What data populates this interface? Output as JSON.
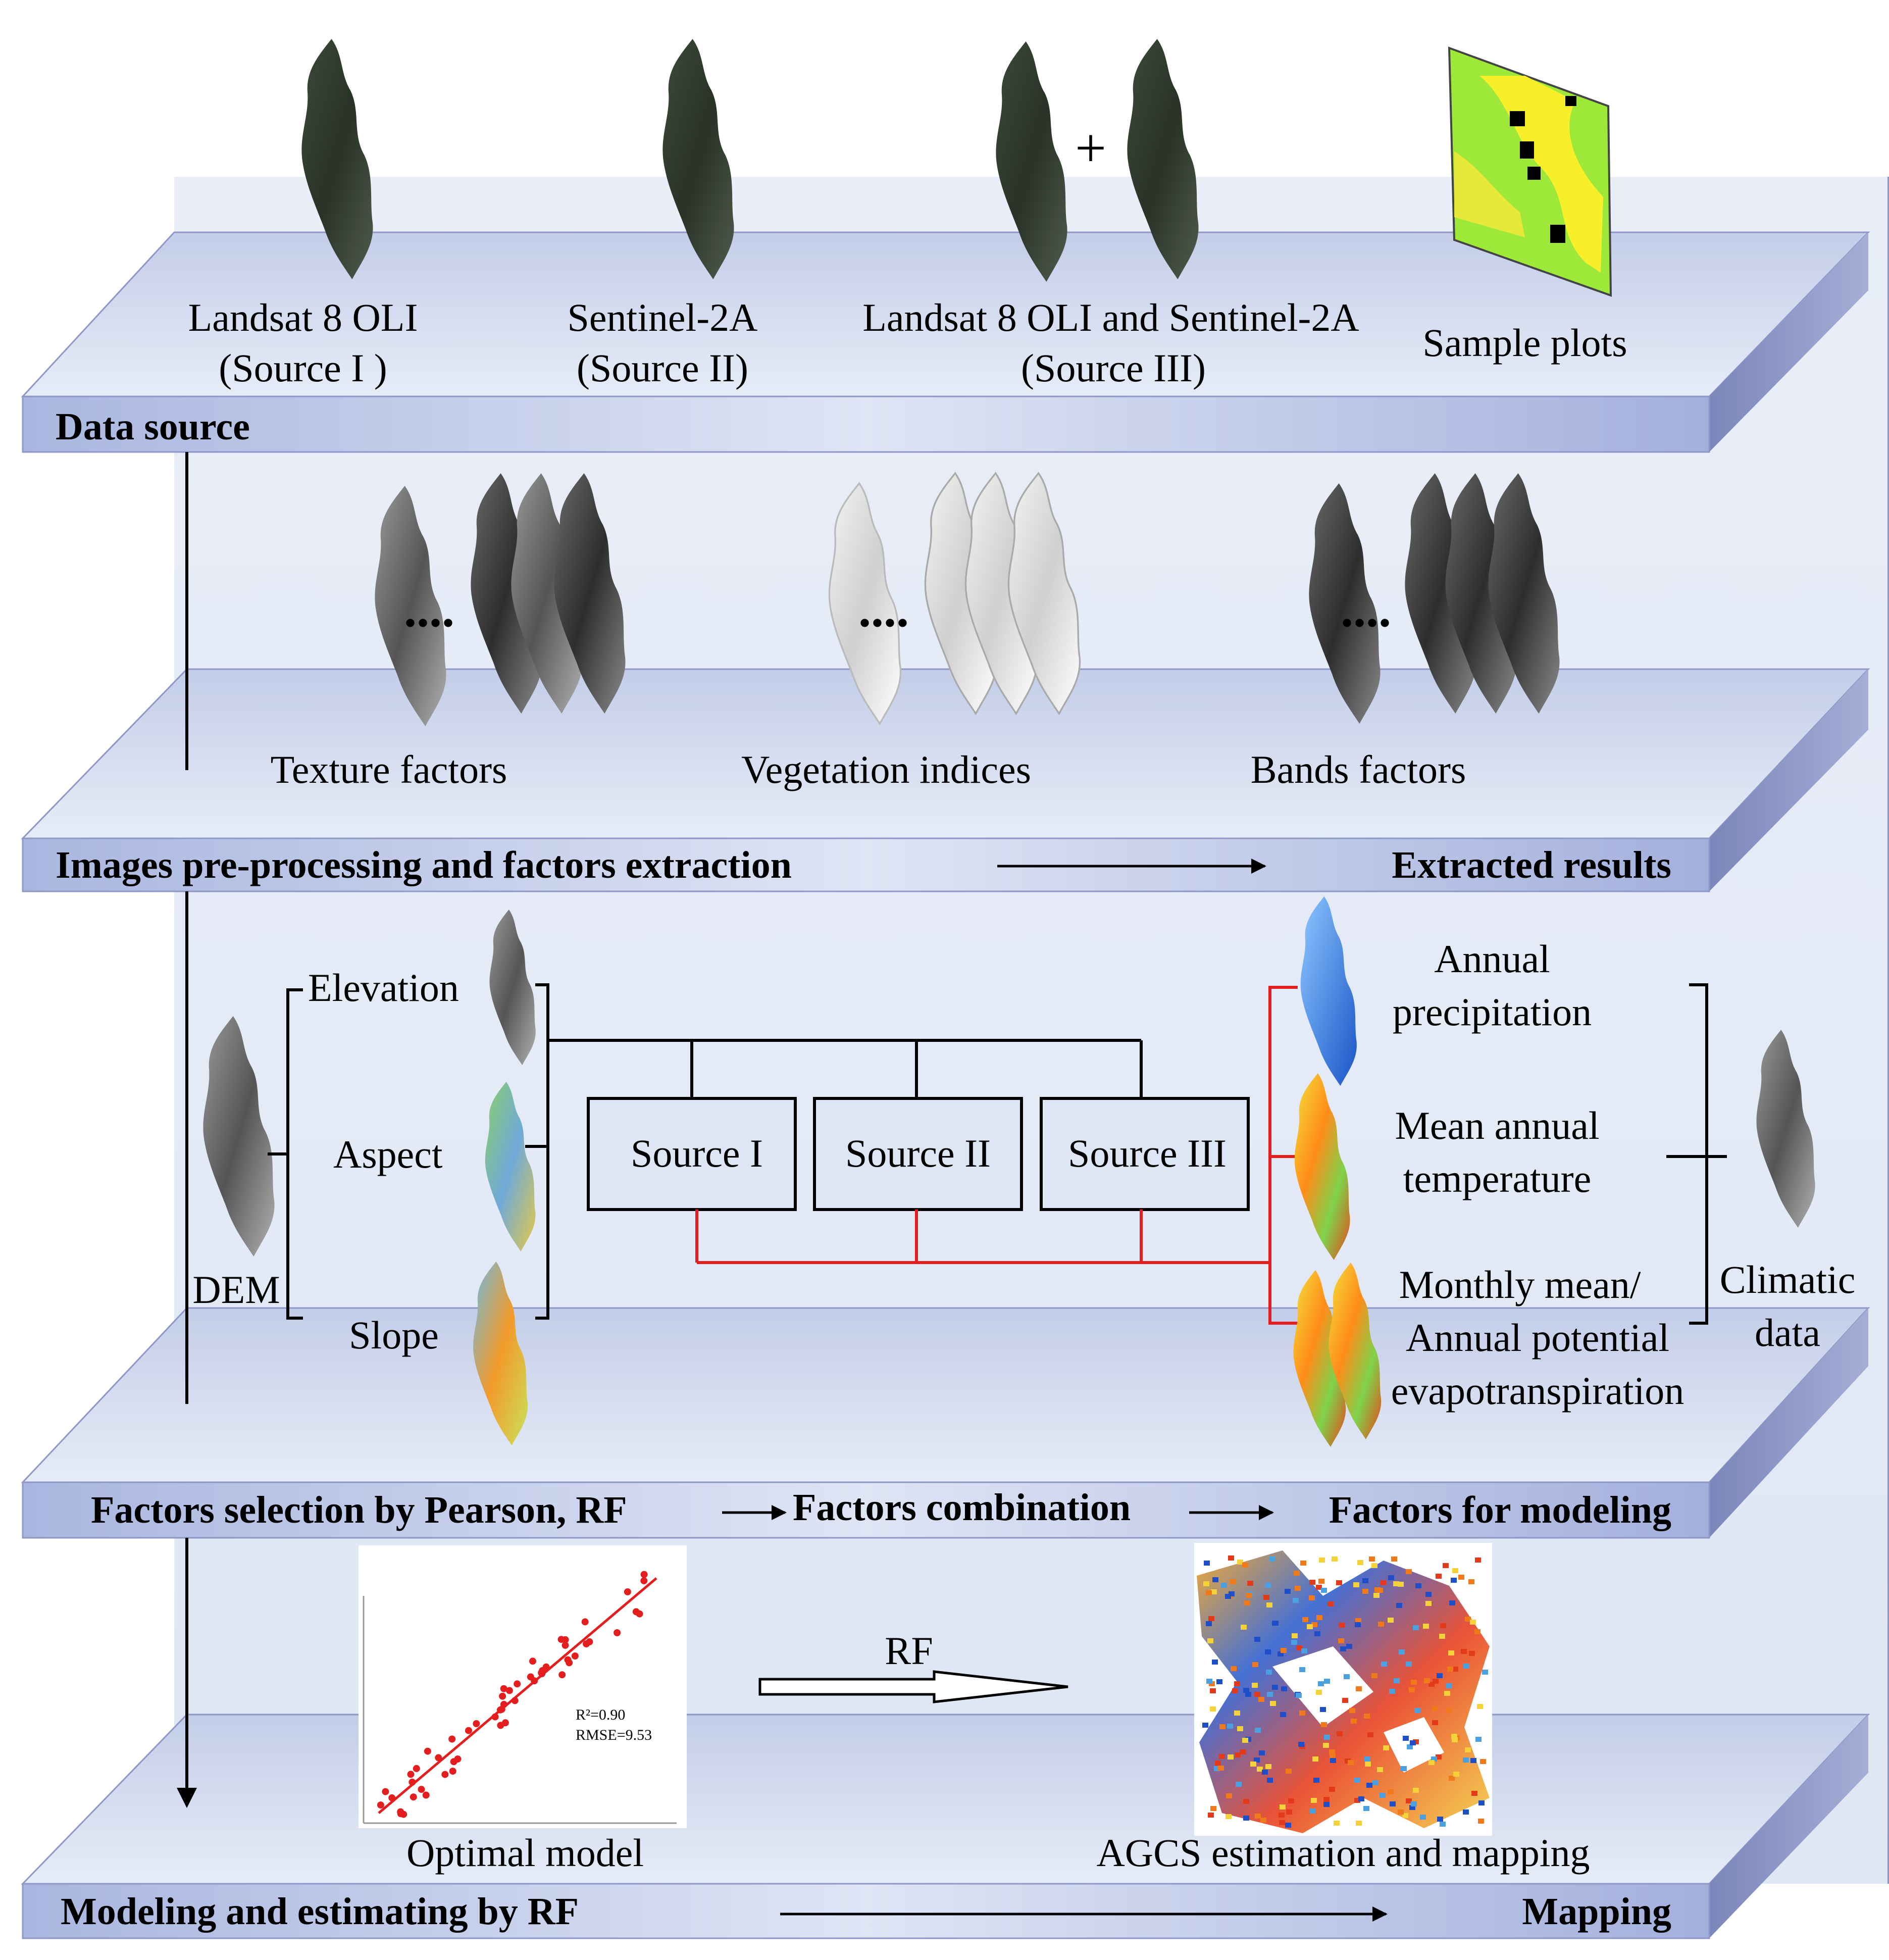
{
  "layers": {
    "data_source": {
      "title": "Data source",
      "items": [
        {
          "line1": "Landsat 8 OLI",
          "line2": "(Source I )"
        },
        {
          "line1": "Sentinel-2A",
          "line2": "(Source II)"
        },
        {
          "line1": "Landsat 8 OLI and Sentinel-2A",
          "line2": "(Source III)"
        }
      ],
      "plus": "+",
      "sample": "Sample plots"
    },
    "preprocessing": {
      "title": "Images pre-processing and factors extraction",
      "result": "Extracted results",
      "factors": [
        "Texture factors",
        "Vegetation indices",
        "Bands factors"
      ],
      "dots": "...."
    },
    "selection": {
      "title": "Factors selection by Pearson, RF",
      "combination": "Factors combination",
      "result": "Factors for modeling",
      "dem": "DEM",
      "terrain": [
        "Elevation",
        "Aspect",
        "Slope"
      ],
      "sources": [
        "Source I",
        "Source II",
        "Source III"
      ],
      "climate": {
        "precip_1": "Annual",
        "precip_2": "precipitation",
        "temp_1": "Mean annual",
        "temp_2": "temperature",
        "pet_1": "Monthly mean/",
        "pet_2": "Annual potential",
        "pet_3": "evapotranspiration",
        "label_1": "Climatic",
        "label_2": "data"
      }
    },
    "modeling": {
      "title": "Modeling and estimating by RF",
      "result": "Mapping",
      "model_label": "Optimal model",
      "arrow_label": "RF",
      "map_label": "AGCS estimation and mapping",
      "r2": "R²=0.90",
      "rmse": "RMSE=9.53"
    }
  },
  "colors": {
    "layer_top": "#dde6f4",
    "layer_band": "#b7c3e6",
    "layer_side": "#8e97c6",
    "red_connector": "#e41e1e"
  }
}
